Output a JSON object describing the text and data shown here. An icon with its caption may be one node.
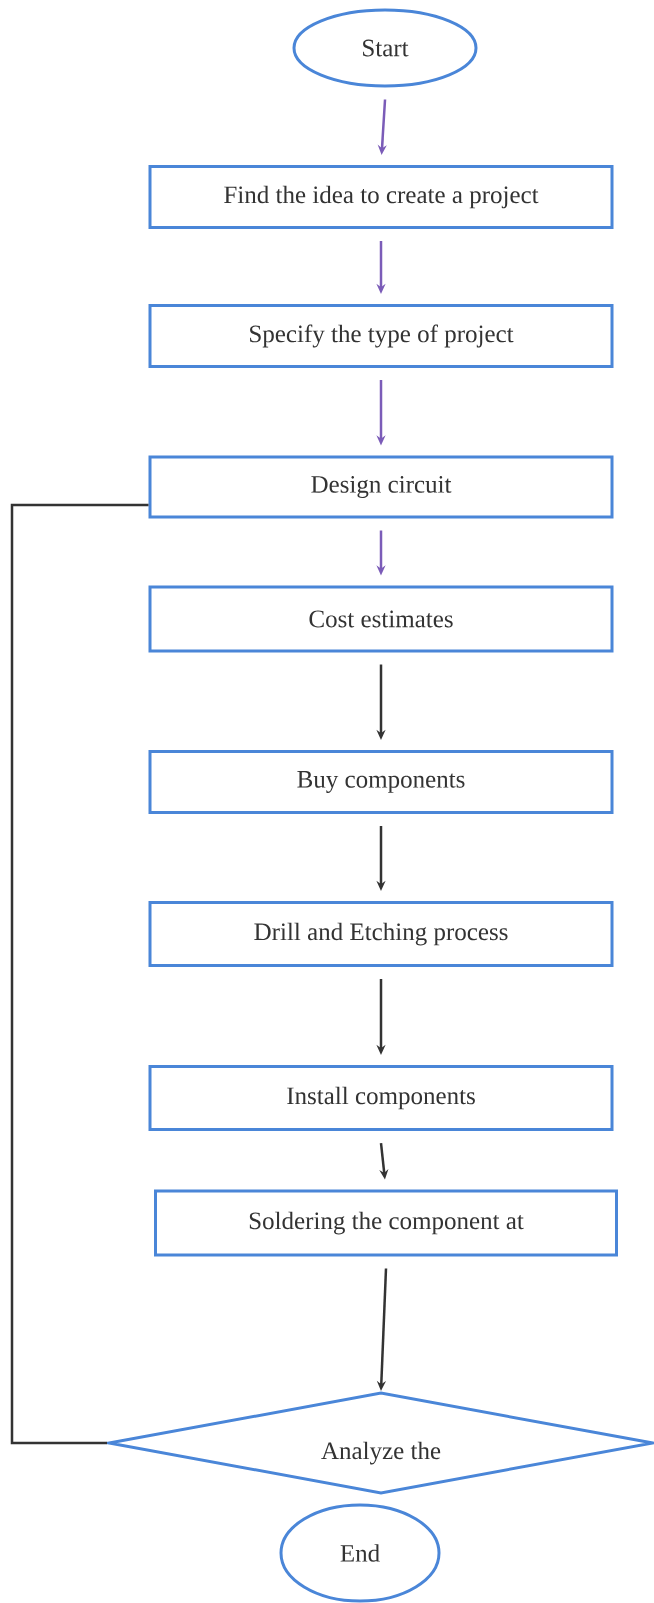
{
  "diagram": {
    "nodes": [
      {
        "text": [
          "Start"
        ]
      },
      {
        "text": [
          "Find the idea to create a project"
        ]
      },
      {
        "text": [
          "Specify the type of project"
        ]
      },
      {
        "text": [
          "Design circuit"
        ]
      },
      {
        "text": [
          "Cost estimates"
        ]
      },
      {
        "text": [
          "Buy components"
        ]
      },
      {
        "text": [
          "Drill and Etching process"
        ]
      },
      {
        "text": [
          "Install components"
        ]
      },
      {
        "text": [
          "Soldering the component at"
        ]
      },
      {
        "text": [
          "Analyze the"
        ]
      },
      {
        "text": [
          "End"
        ]
      }
    ],
    "edges": [
      {
        "from": 0,
        "to": 1,
        "arrow": "to",
        "color": "#7b5cb8"
      },
      {
        "from": 1,
        "to": 2,
        "arrow": "to",
        "color": "#7b5cb8"
      },
      {
        "from": 2,
        "to": 3,
        "arrow": "to",
        "color": "#7b5cb8"
      },
      {
        "from": 3,
        "to": 4,
        "arrow": "to",
        "color": "#7b5cb8"
      },
      {
        "from": 4,
        "to": 5,
        "arrow": "to"
      },
      {
        "from": 5,
        "to": 6,
        "arrow": "to"
      },
      {
        "from": 6,
        "to": 7,
        "arrow": "to"
      },
      {
        "from": 7,
        "to": 8,
        "arrow": "to"
      },
      {
        "from": 8,
        "to": 9,
        "arrow": "to"
      },
      {
        "from": 9,
        "to": 3,
        "arrow": "none"
      }
    ]
  }
}
